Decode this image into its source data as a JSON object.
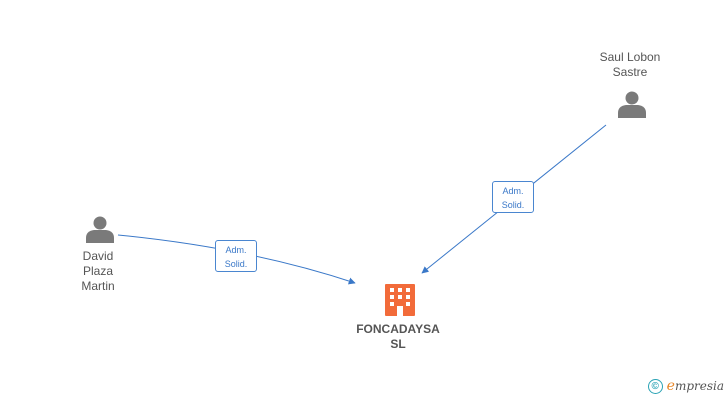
{
  "people": [
    {
      "id": "saul",
      "name_lines": [
        "Saul Lobon",
        "Sastre"
      ]
    },
    {
      "id": "david",
      "name_lines": [
        "David",
        "Plaza",
        "Martin"
      ]
    }
  ],
  "company": {
    "name_lines": [
      "FONCADAYSA",
      "SL"
    ]
  },
  "relations": [
    {
      "from": "saul",
      "role_lines": [
        "Adm.",
        "Solid."
      ]
    },
    {
      "from": "david",
      "role_lines": [
        "Adm.",
        "Solid."
      ]
    }
  ],
  "colors": {
    "person_icon": "#7a7a7a",
    "company_icon": "#f26b3a",
    "edge": "#3a78c8",
    "label_text": "#555555"
  },
  "brand": {
    "copyright_symbol": "©",
    "first_letter": "e",
    "rest": "mpresia"
  }
}
